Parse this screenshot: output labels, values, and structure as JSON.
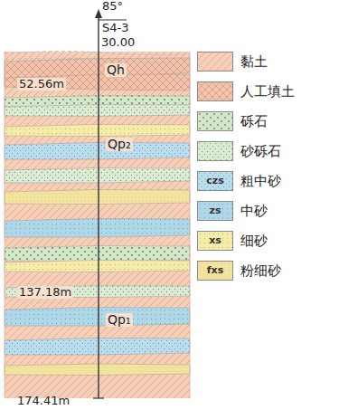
{
  "diagram": {
    "labels": [
      "85°",
      "S4-3",
      "30.00",
      "Qh",
      "52.56m",
      "Qp₂",
      "137.18m",
      "Qp₁",
      "174.41m",
      "czs",
      "zs",
      "xs",
      "fxs"
    ],
    "legend": [
      {
        "text": "黏土",
        "color": "#f6cfb8"
      },
      {
        "text": "人工填土",
        "color": "#f3c4ad"
      },
      {
        "text": "砾石",
        "color": "#d4e7c8"
      },
      {
        "text": "砂砾石",
        "color": "#dcebd3"
      },
      {
        "text": "粗中砂",
        "color": "#b9ddec"
      },
      {
        "text": "中砂",
        "color": "#aed8e8"
      },
      {
        "text": "细砂",
        "color": "#f6eca9"
      },
      {
        "text": "粉细砂",
        "color": "#f3e4a0"
      }
    ]
  }
}
